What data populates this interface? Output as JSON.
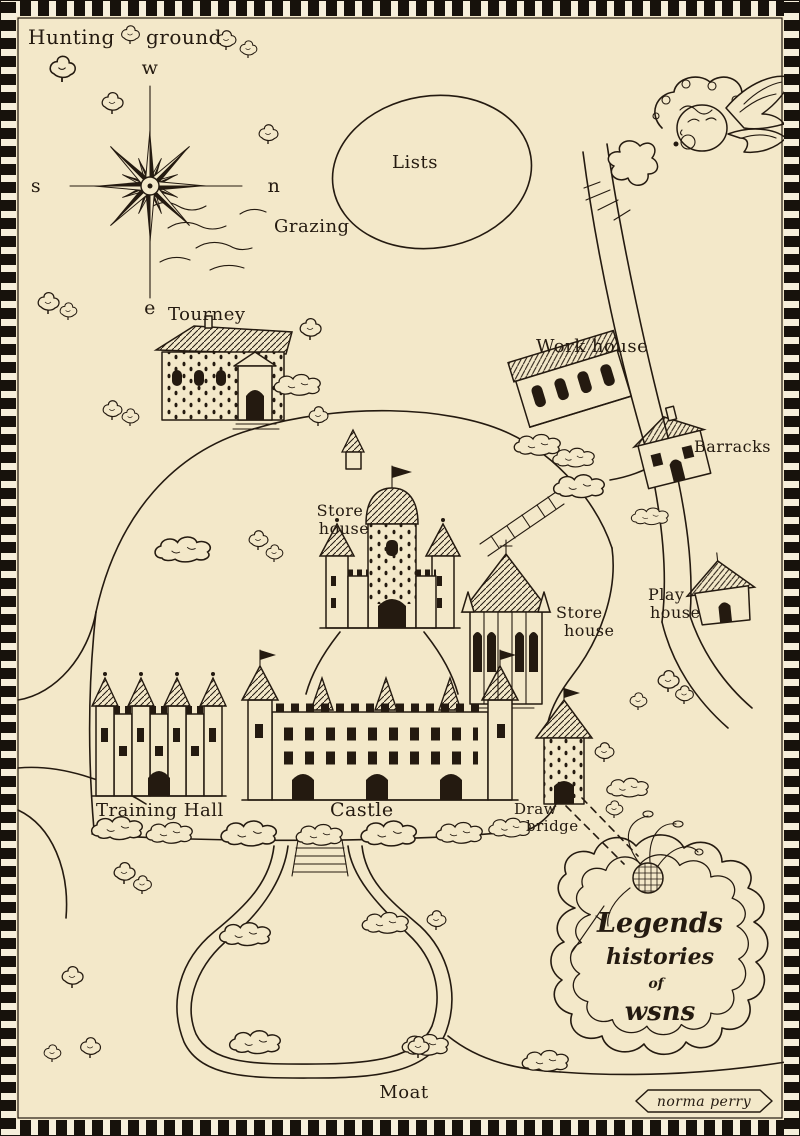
{
  "colors": {
    "paper": "#f3e8c9",
    "ink": "#241a10",
    "border_black": "#17120c"
  },
  "compass": {
    "top": "w",
    "left": "s",
    "right": "n",
    "bottom": "e"
  },
  "labels": {
    "hunting_ground": [
      "Hunting",
      "ground"
    ],
    "lists": "Lists",
    "grazing": "Grazing",
    "tourney": "Tourney",
    "work_house": "Work house",
    "barracks": "Barracks",
    "store_house_keep": [
      "Store",
      "house"
    ],
    "store_house_church": [
      "Store",
      "house"
    ],
    "play_house": [
      "Play",
      "house"
    ],
    "training_hall": "Training Hall",
    "castle": "Castle",
    "draw_bridge": [
      "Draw",
      "bridge"
    ],
    "moat": "Moat"
  },
  "cartouche": {
    "line1": "Legends",
    "line2": "histories",
    "line3": "of",
    "line4": "wsns"
  },
  "signature": "norma perry"
}
